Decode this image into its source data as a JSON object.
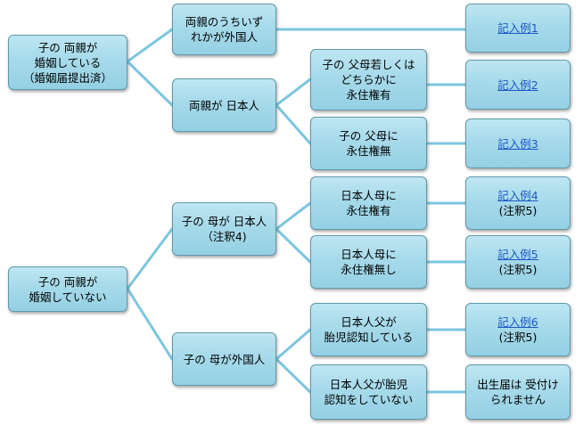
{
  "colors": {
    "box_fill": "#a8dbeb",
    "box_border": "#5f98a9",
    "line": "#7cc6df",
    "link": "#1f57c8"
  },
  "nodes": {
    "root_married": [
      "子の 両親が",
      "婚姻している",
      "（婚姻届提出済）"
    ],
    "root_unmarried": [
      "子の 両親が",
      "婚姻していない"
    ],
    "foreign_parent": [
      "両親のうちいず",
      "れかが外国人"
    ],
    "both_japanese": [
      "両親が 日本人"
    ],
    "parent_residency_yes": [
      "子の 父母若しくは",
      "どちらかに",
      "永住権有"
    ],
    "parent_residency_no": [
      "子の 父母に",
      "永住権無"
    ],
    "mother_japanese": [
      "子の 母が 日本人",
      "（注釈4)"
    ],
    "mother_foreign": [
      "子の 母が外国人"
    ],
    "jp_mother_residency_yes": [
      "日本人母に",
      "永住権有"
    ],
    "jp_mother_residency_no": [
      "日本人母に",
      "永住権無し"
    ],
    "jp_father_prenatal_yes": [
      "日本人父が",
      "胎児認知している"
    ],
    "jp_father_prenatal_no": [
      "日本人父が胎児",
      "認知をしていない"
    ],
    "no_birth_registration": [
      "出生届は 受付け",
      "られません"
    ]
  },
  "examples": {
    "ex1": {
      "link": "記入例1"
    },
    "ex2": {
      "link": "記入例2"
    },
    "ex3": {
      "link": "記入例3"
    },
    "ex4": {
      "link": "記入例4",
      "note": "(注釈5)"
    },
    "ex5": {
      "link": "記入例5",
      "note": "(注釈5)"
    },
    "ex6": {
      "link": "記入例6",
      "note": "(注釈5)"
    }
  }
}
